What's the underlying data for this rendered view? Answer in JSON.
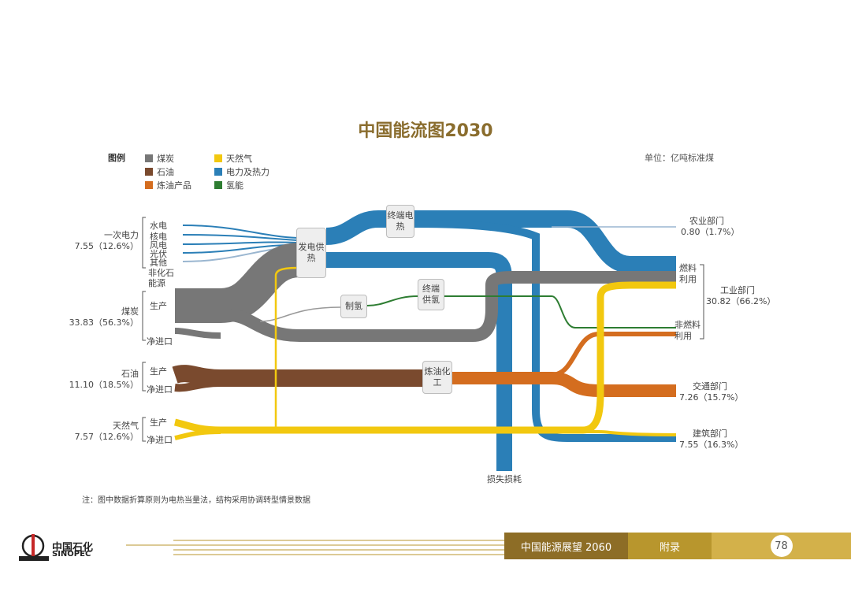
{
  "title": "中国能流图2030",
  "unit": "单位：亿吨标准煤",
  "legend": {
    "title": "图例",
    "items": [
      {
        "label": "煤炭",
        "color": "#777777"
      },
      {
        "label": "天然气",
        "color": "#f2c80f"
      },
      {
        "label": "石油",
        "color": "#7a4a2e"
      },
      {
        "label": "电力及热力",
        "color": "#2b7fb7"
      },
      {
        "label": "炼油产品",
        "color": "#d46d1f"
      },
      {
        "label": "氢能",
        "color": "#2e7d32"
      }
    ]
  },
  "sources": {
    "primary_power": {
      "name": "一次电力",
      "value": "7.55（12.6%）",
      "subs": [
        "水电",
        "核电",
        "风电",
        "光伏",
        "其他",
        "非化石能源"
      ]
    },
    "coal": {
      "name": "煤炭",
      "value": "33.83（56.3%）",
      "subs": [
        "生产",
        "净进口"
      ]
    },
    "oil": {
      "name": "石油",
      "value": "11.10（18.5%）",
      "subs": [
        "生产",
        "净进口"
      ]
    },
    "gas": {
      "name": "天然气",
      "value": "7.57（12.6%）",
      "subs": [
        "生产",
        "净进口"
      ]
    }
  },
  "nodes": {
    "power_heat": "发电供热",
    "terminal_power": "终端电热",
    "h2_production": "制氢",
    "terminal_h2": "终端供氢",
    "refining": "炼油化工",
    "loss": "损失损耗"
  },
  "sinks": {
    "agriculture": {
      "name": "农业部门",
      "value": "0.80（1.7%）"
    },
    "fuel_use": "燃料利用",
    "industry": {
      "name": "工业部门",
      "value": "30.82（66.2%）"
    },
    "nonfuel_use": "非燃料利用",
    "transport": {
      "name": "交通部门",
      "value": "7.26（15.7%）"
    },
    "building": {
      "name": "建筑部门",
      "value": "7.55（16.3%）"
    }
  },
  "note": "注：图中数据折算原则为电热当量法，结构采用协调转型情景数据",
  "footer": {
    "brand_cn": "中国石化",
    "brand_en": "SINOPEC",
    "report": "中国能源展望 2060",
    "section": "附录",
    "page": "78"
  },
  "colors": {
    "coal": "#777777",
    "oil": "#7a4a2e",
    "refined": "#d46d1f",
    "gas": "#f2c80f",
    "power": "#2b7fb7",
    "h2": "#2e7d32",
    "gold": "#8a6d2e"
  }
}
